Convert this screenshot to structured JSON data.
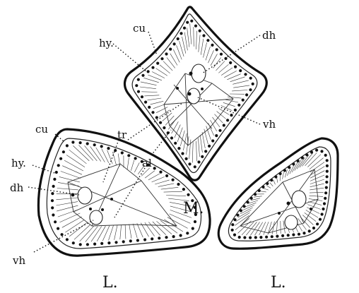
{
  "figure": {
    "labels": {
      "cu_top": "cu",
      "hy_top": "hy.",
      "dh_top": "dh",
      "vh_top": "vh",
      "cu_left": "cu",
      "hy_left": "hy.",
      "dh_left": "dh",
      "vh_left": "vh",
      "tr": "tr",
      "al": "al",
      "section_m": "M.",
      "section_l1": "L.",
      "section_l2": "L."
    }
  }
}
